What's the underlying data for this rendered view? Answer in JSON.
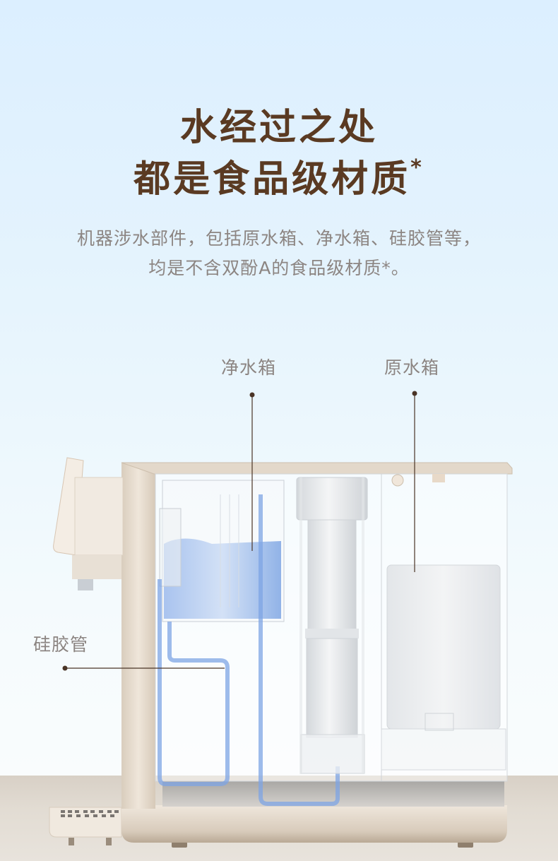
{
  "headline": {
    "line1": "水经过之处",
    "line2": "都是食品级材质",
    "footnote_mark": "*"
  },
  "subtitle": {
    "line1": "机器涉水部件，包括原水箱、净水箱、硅胶管等，",
    "line2": "均是不含双酚A的食品级材质*。"
  },
  "callouts": [
    {
      "label": "净水箱"
    },
    {
      "label": "原水箱"
    },
    {
      "label": "硅胶管"
    }
  ],
  "colors": {
    "headline": "#5a3a22",
    "body_text": "#8c8582",
    "leader_line": "#4a3426",
    "device_body": "#e6dccf",
    "water_blue": "#6f9be0"
  }
}
